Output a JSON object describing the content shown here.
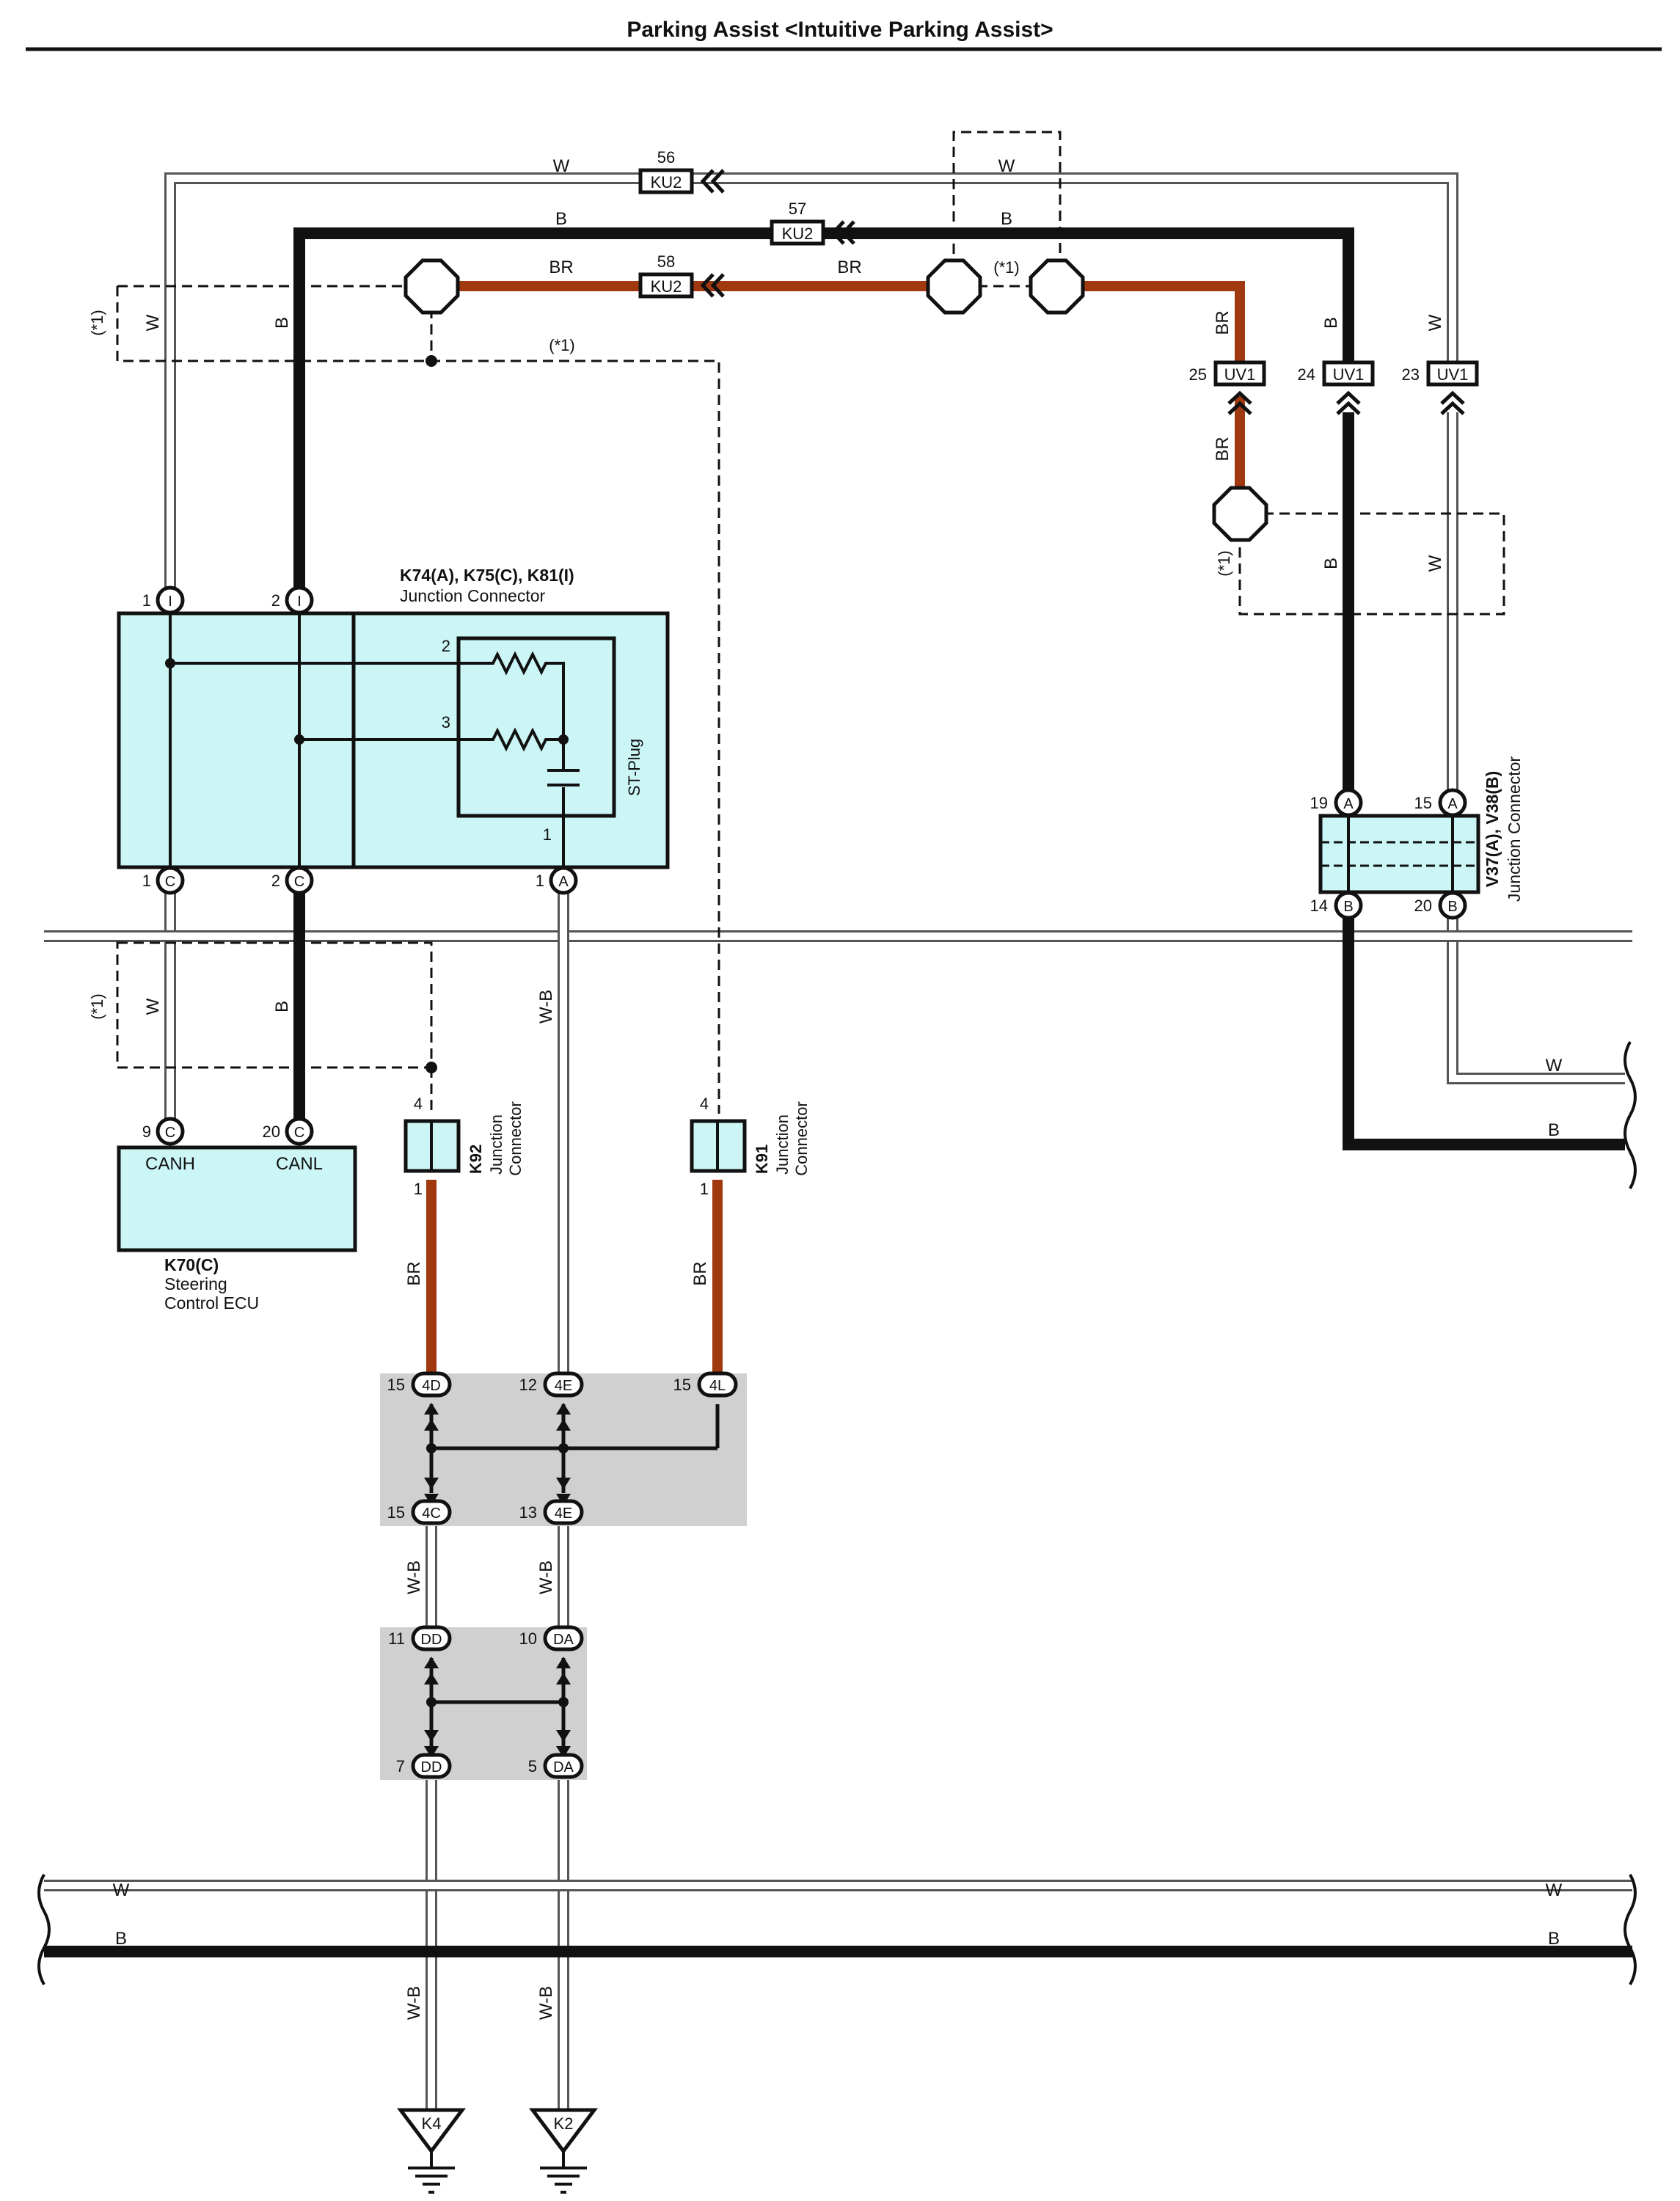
{
  "title": "Parking Assist <Intuitive Parking Assist>",
  "wires": {
    "w": "W",
    "b": "B",
    "br": "BR",
    "wb": "W-B"
  },
  "star1": "(*1)",
  "kU2": {
    "label": "KU2",
    "pins": {
      "p56": "56",
      "p57": "57",
      "p58": "58"
    }
  },
  "uv1": {
    "label": "UV1",
    "pins": {
      "p25": "25",
      "p24": "24",
      "p23": "23"
    }
  },
  "jc_k74": {
    "name": "K74(A), K75(C), K81(I)",
    "desc": "Junction Connector",
    "plug": "ST-Plug",
    "top_pins": [
      {
        "num": "1",
        "code": "I"
      },
      {
        "num": "2",
        "code": "I"
      }
    ],
    "bottom_pins": [
      {
        "num": "1",
        "code": "C"
      },
      {
        "num": "2",
        "code": "C"
      },
      {
        "num": "1",
        "code": "A"
      }
    ],
    "inner": {
      "i2": "2",
      "i3": "3",
      "i1": "1"
    }
  },
  "jc_v37": {
    "name": "V37(A), V38(B)",
    "desc": "Junction Connector",
    "top_pins": [
      {
        "num": "19",
        "code": "A"
      },
      {
        "num": "15",
        "code": "A"
      }
    ],
    "bottom_pins": [
      {
        "num": "14",
        "code": "B"
      },
      {
        "num": "20",
        "code": "B"
      }
    ]
  },
  "ecu": {
    "name": "K70(C)",
    "desc1": "Steering",
    "desc2": "Control ECU",
    "pins": [
      {
        "num": "9",
        "code": "C",
        "label": "CANH"
      },
      {
        "num": "20",
        "code": "C",
        "label": "CANL"
      }
    ]
  },
  "k92": {
    "name": "K92",
    "desc1": "Junction",
    "desc2": "Connector",
    "pin_top": "4",
    "pin_bottom": "1"
  },
  "k91": {
    "name": "K91",
    "desc1": "Junction",
    "desc2": "Connector",
    "pin_top": "4",
    "pin_bottom": "1"
  },
  "ic1": {
    "top": [
      {
        "num": "15",
        "code": "4D"
      },
      {
        "num": "12",
        "code": "4E"
      },
      {
        "num": "15",
        "code": "4L"
      }
    ],
    "bottom": [
      {
        "num": "15",
        "code": "4C"
      },
      {
        "num": "13",
        "code": "4E"
      }
    ]
  },
  "ic2": {
    "top": [
      {
        "num": "11",
        "code": "DD"
      },
      {
        "num": "10",
        "code": "DA"
      }
    ],
    "bottom": [
      {
        "num": "7",
        "code": "DD"
      },
      {
        "num": "5",
        "code": "DA"
      }
    ]
  },
  "grounds": [
    "K4",
    "K2"
  ],
  "colors": {
    "br_wire": "#A0390F",
    "box_fill": "#CCF6F6",
    "gray_block": "#D0D0D0"
  }
}
